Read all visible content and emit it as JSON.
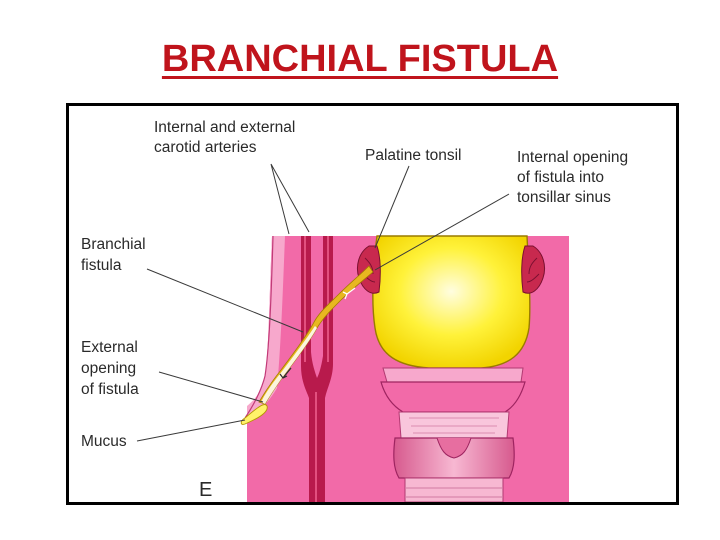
{
  "title": "BRANCHIAL FISTULA",
  "labels": {
    "arteries": [
      "Internal and external",
      "carotid arteries"
    ],
    "tonsil": "Palatine tonsil",
    "internal_opening": [
      "Internal opening",
      "of fistula into",
      "tonsillar sinus"
    ],
    "fistula": [
      "Branchial",
      "fistula"
    ],
    "external_opening": [
      "External",
      "opening",
      "of fistula"
    ],
    "mucus": "Mucus",
    "panel_letter": "E"
  },
  "colors": {
    "title": "#c0141c",
    "skin_pink": "#f26aa8",
    "light_pink": "#f7a8cc",
    "artery": "#b81a4c",
    "pharynx_yellow": "#fff23a",
    "fistula_tract": "#e8b820",
    "tonsil": "#c8294e"
  }
}
